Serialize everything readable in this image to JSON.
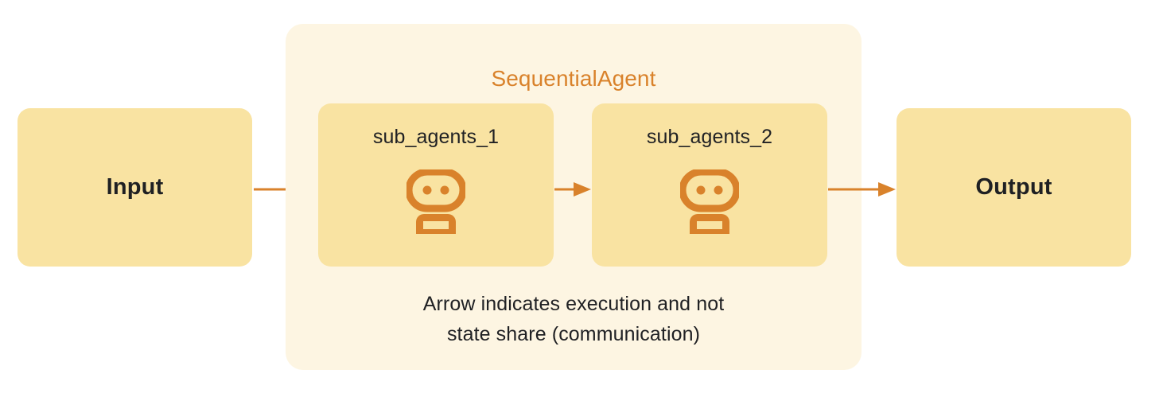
{
  "diagram": {
    "title": "SequentialAgent",
    "caption_line_1": "Arrow indicates execution and not",
    "caption_line_2": "state share (communication)",
    "input_label": "Input",
    "output_label": "Output",
    "sub_agents": [
      {
        "label": "sub_agents_1",
        "icon": "robot-icon"
      },
      {
        "label": "sub_agents_2",
        "icon": "robot-icon"
      }
    ],
    "arrows": [
      {
        "name": "arrow-input-to-sub-agents-1"
      },
      {
        "name": "arrow-sub-agents-1-to-sub-agents-2"
      },
      {
        "name": "arrow-sub-agents-2-to-output"
      }
    ],
    "colors": {
      "background": "#FFFFFF",
      "container_fill": "#FDF5E2",
      "box_fill": "#F9E3A2",
      "accent": "#D9822B",
      "text": "#202124"
    }
  }
}
